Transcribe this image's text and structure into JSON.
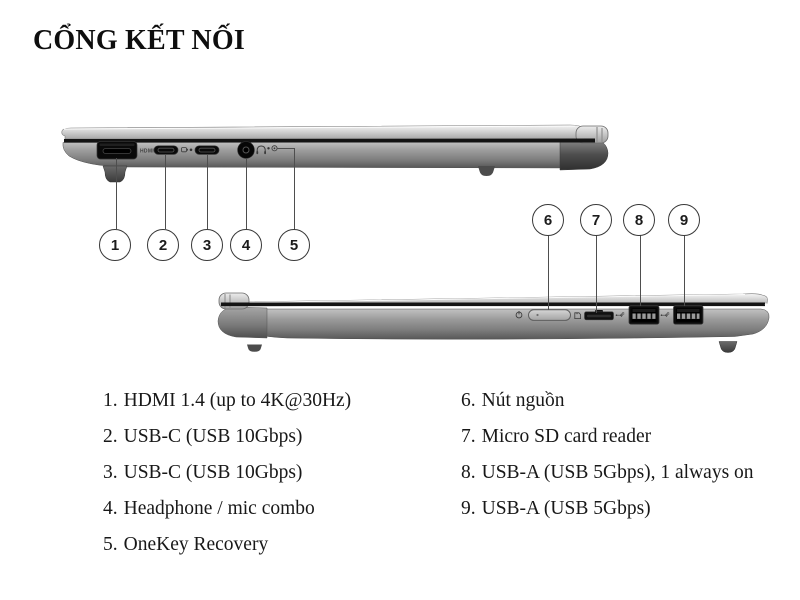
{
  "title": "CỔNG KẾT NỐI",
  "callouts": [
    {
      "num": "1",
      "target": "hdmi-port"
    },
    {
      "num": "2",
      "target": "usb-c-port-1"
    },
    {
      "num": "3",
      "target": "usb-c-port-2"
    },
    {
      "num": "4",
      "target": "headphone-mic-combo-jack"
    },
    {
      "num": "5",
      "target": "onekey-recovery-pinhole"
    },
    {
      "num": "6",
      "target": "power-button"
    },
    {
      "num": "7",
      "target": "micro-sd-slot"
    },
    {
      "num": "8",
      "target": "usb-a-port-1"
    },
    {
      "num": "9",
      "target": "usb-a-port-2"
    }
  ],
  "laptop_left_view": {
    "hdmi_port_label": "HDMI"
  },
  "legend": {
    "left": [
      {
        "num": "1.",
        "text": "HDMI 1.4 (up to 4K@30Hz)"
      },
      {
        "num": "2.",
        "text": "USB-C (USB 10Gbps)"
      },
      {
        "num": "3.",
        "text": "USB-C (USB 10Gbps)"
      },
      {
        "num": "4.",
        "text": "Headphone / mic combo"
      },
      {
        "num": "5.",
        "text": "OneKey Recovery"
      }
    ],
    "right": [
      {
        "num": "6.",
        "text": "Nút nguồn"
      },
      {
        "num": "7.",
        "text": "Micro SD card reader"
      },
      {
        "num": "8.",
        "text": "USB-A (USB 5Gbps), 1 always on"
      },
      {
        "num": "9.",
        "text": "USB-A (USB 5Gbps)"
      }
    ]
  },
  "colors": {
    "background": "#ffffff",
    "text": "#181818",
    "leader_line": "#4e4e4e",
    "laptop_body": "#9a9a9a",
    "laptop_seam": "#141414",
    "port_black": "#0b0b0b"
  }
}
